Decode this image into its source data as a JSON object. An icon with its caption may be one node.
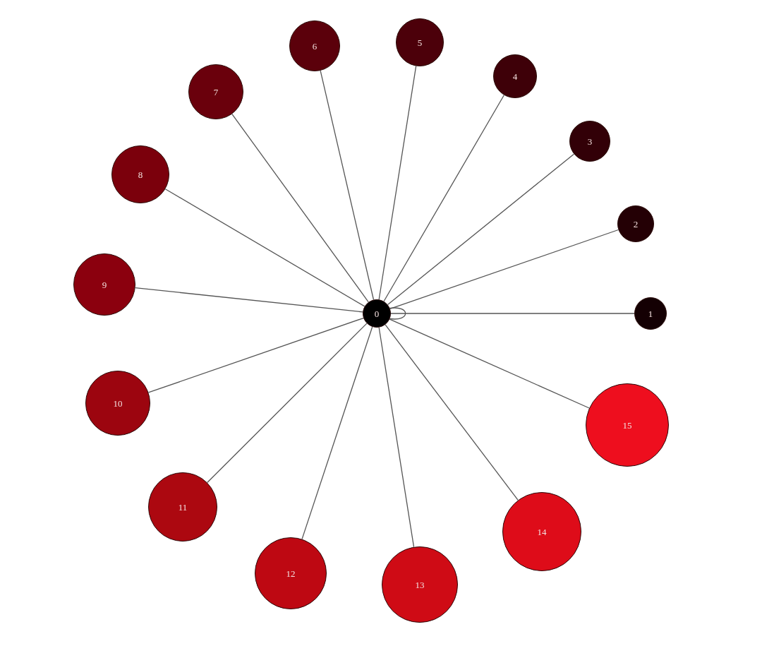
{
  "diagram": {
    "nodes": [
      {
        "text": [
          "0"
        ]
      },
      {
        "text": [
          "1"
        ]
      },
      {
        "text": [
          "2"
        ]
      },
      {
        "text": [
          "3"
        ]
      },
      {
        "text": [
          "4"
        ]
      },
      {
        "text": [
          "5"
        ]
      },
      {
        "text": [
          "6"
        ]
      },
      {
        "text": [
          "7"
        ]
      },
      {
        "text": [
          "8"
        ]
      },
      {
        "text": [
          "9"
        ]
      },
      {
        "text": [
          "10"
        ]
      },
      {
        "text": [
          "11"
        ]
      },
      {
        "text": [
          "12"
        ]
      },
      {
        "text": [
          "13"
        ]
      },
      {
        "text": [
          "14"
        ]
      },
      {
        "text": [
          "15"
        ]
      }
    ],
    "edges": [
      {
        "from": 0,
        "to": 1,
        "arrow": "none"
      },
      {
        "from": 0,
        "to": 2,
        "arrow": "none"
      },
      {
        "from": 0,
        "to": 3,
        "arrow": "none"
      },
      {
        "from": 0,
        "to": 4,
        "arrow": "none"
      },
      {
        "from": 0,
        "to": 5,
        "arrow": "none"
      },
      {
        "from": 0,
        "to": 6,
        "arrow": "none"
      },
      {
        "from": 0,
        "to": 7,
        "arrow": "none"
      },
      {
        "from": 0,
        "to": 8,
        "arrow": "none"
      },
      {
        "from": 0,
        "to": 9,
        "arrow": "none"
      },
      {
        "from": 0,
        "to": 10,
        "arrow": "none"
      },
      {
        "from": 0,
        "to": 11,
        "arrow": "none"
      },
      {
        "from": 0,
        "to": 12,
        "arrow": "none"
      },
      {
        "from": 0,
        "to": 13,
        "arrow": "none"
      },
      {
        "from": 0,
        "to": 14,
        "arrow": "none"
      },
      {
        "from": 0,
        "to": 15,
        "arrow": "none"
      },
      {
        "from": 0,
        "to": 0,
        "arrow": "none"
      }
    ]
  }
}
